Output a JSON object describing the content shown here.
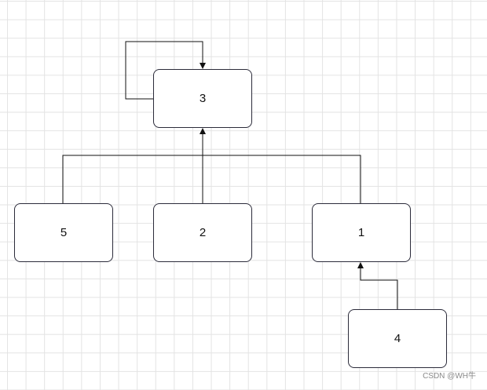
{
  "diagram": {
    "nodes": [
      {
        "id": "n3",
        "label": "3"
      },
      {
        "id": "n5",
        "label": "5"
      },
      {
        "id": "n2",
        "label": "2"
      },
      {
        "id": "n1",
        "label": "1"
      },
      {
        "id": "n4",
        "label": "4"
      }
    ],
    "edges": [
      {
        "from": "3",
        "to": "3"
      },
      {
        "from": "5",
        "to": "3"
      },
      {
        "from": "2",
        "to": "3"
      },
      {
        "from": "1",
        "to": "3"
      },
      {
        "from": "4",
        "to": "1"
      }
    ]
  },
  "watermark": "CSDN @WH牛"
}
